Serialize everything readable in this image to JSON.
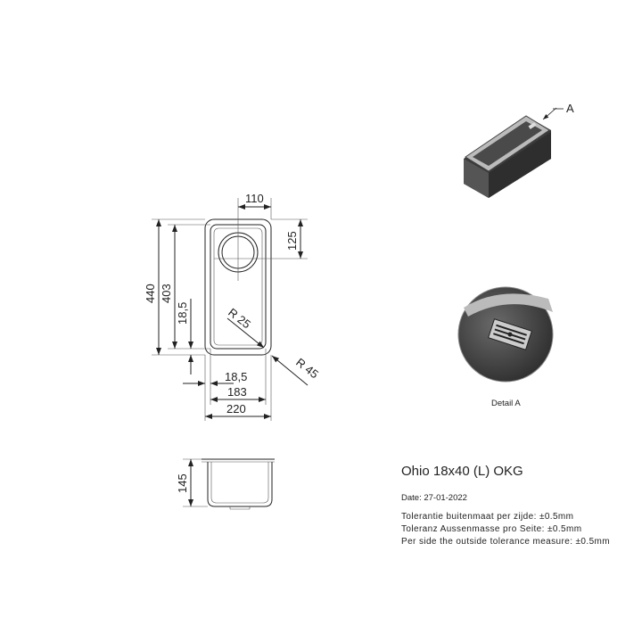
{
  "product": {
    "title": "Ohio 18x40 (L) OKG",
    "date": "Date: 27-01-2022",
    "tolerances": [
      "Tolerantie buitenmaat per zijde: ±0.5mm",
      "Toleranz Aussenmasse pro Seite: ±0.5mm",
      "Per side the outside tolerance measure: ±0.5mm"
    ]
  },
  "dimensions": {
    "top_width": "110",
    "drain_offset": "125",
    "outer_length": "440",
    "inner_length": "403",
    "side_margin_vertical": "18,5",
    "side_margin_horizontal": "18,5",
    "inner_width": "183",
    "outer_width": "220",
    "inner_radius": "R 25",
    "outer_radius": "R 45",
    "depth": "145"
  },
  "detail": {
    "marker": "A",
    "label": "Detail A"
  }
}
